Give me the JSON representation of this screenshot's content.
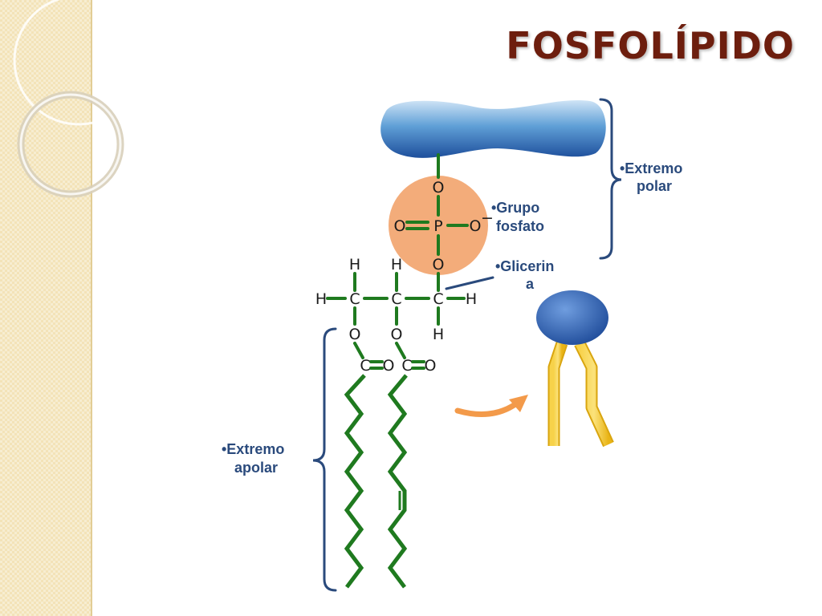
{
  "slide": {
    "title": "FOSFOLÍPIDO"
  },
  "labels": {
    "extremo_polar": [
      "•Extremo",
      "polar"
    ],
    "grupo_fosfato": [
      "•Grupo",
      "fosfato"
    ],
    "glicerina": [
      "•Glicerin",
      "a"
    ],
    "extremo_apolar": [
      "•Extremo",
      "apolar"
    ]
  },
  "atoms": {
    "O": "O",
    "P": "P",
    "O_minus": "O",
    "minus": "−",
    "H": "H",
    "C": "C"
  },
  "colors": {
    "title": "#6d1e0e",
    "label": "#2a4a7c",
    "bond": "#1f7a1f",
    "phosphate_circle": "#f2a56f",
    "polar_head": "#2f6fb6",
    "tail_icon": "#f3c21f",
    "arrow": "#f39a4a",
    "sidebar": "#f3e3b8"
  }
}
